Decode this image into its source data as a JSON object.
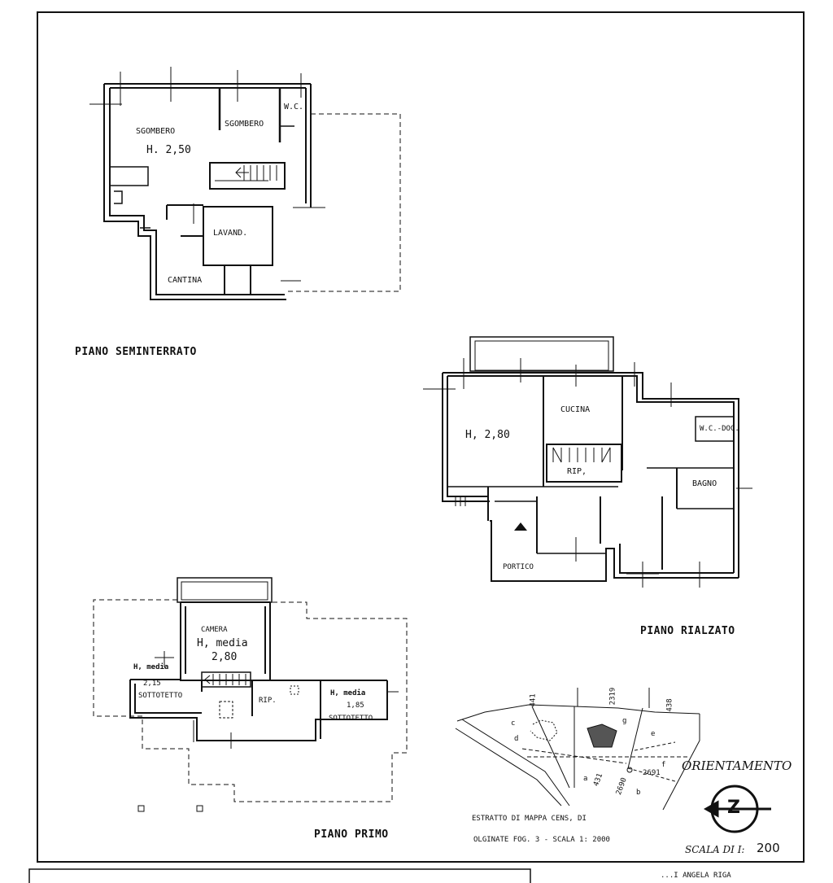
{
  "seminterrato": {
    "title": "PIANO SEMINTERRATO",
    "rooms": {
      "sgombero_1": "SGOMBERO",
      "height": "H.  2,50",
      "sgombero_2": "SGOMBERO",
      "wc": "W.C.",
      "lavanderia": "LAVAND.",
      "cantina": "CANTINA"
    }
  },
  "rialzato": {
    "title": "PIANO RIALZATO",
    "rooms": {
      "cucina": "CUCINA",
      "height": "H,  2,80",
      "ripostiglio": "RIP,",
      "wc_doccia": "W.C.-DOC.",
      "bagno": "BAGNO",
      "portico": "PORTICO"
    }
  },
  "primo": {
    "title": "PIANO PRIMO",
    "rooms": {
      "camera": "CAMERA",
      "camera_h": "H, media",
      "camera_val": "2,80",
      "sottotetto_left_h": "H, media",
      "sottotetto_left_val": "2,15",
      "sottotetto_left": "SOTTOTETTO",
      "ripostiglio": "RIP.",
      "sottotetto_right_h": "H, media",
      "sottotetto_right_val": "1,85",
      "sottotetto_right": "SOTTOTETTO"
    }
  },
  "mappa": {
    "parcels": {
      "p441": "441",
      "p2319": "2319",
      "p438": "438",
      "p431": "431",
      "p2690": "2690",
      "p2691": "2691",
      "la": "a",
      "lb": "b",
      "lc": "c",
      "ld": "d",
      "le": "e",
      "lf": "f",
      "lg": "g"
    },
    "caption_line1": "ESTRATTO DI MAPPA CENS, DI",
    "caption_line2": "OLGINATE FOG. 3 - SCALA 1: 2000"
  },
  "orientamento": "ORIENTAMENTO",
  "compass_letter": "Z",
  "scala": {
    "label": "SCALA DI I:",
    "value": "200"
  },
  "footer": {
    "right_text": "...I ANGELA RIGA"
  }
}
